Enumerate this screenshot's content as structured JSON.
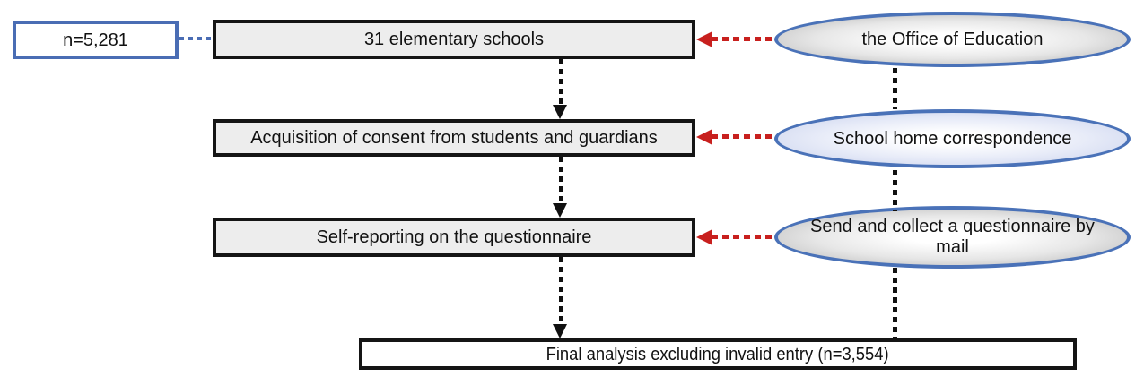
{
  "figure": {
    "type": "flowchart",
    "sample_note": "n=5,281",
    "steps": [
      "31 elementary schools",
      "Acquisition of consent from students and guardians",
      "Self-reporting on the questionnaire",
      "Final analysis excluding invalid entry (n=3,554)"
    ],
    "methods": [
      "the Office of Education",
      "School home correspondence",
      "Send and collect a questionnaire by mail"
    ],
    "colors": {
      "blue_border": "#4a6db4",
      "ellipse_border": "#4a72b8",
      "red_arrow": "#c8201e",
      "step_box_fill": "#ededed",
      "line_black": "#111111",
      "ellipse_blue_fill": "#c6cfec",
      "ellipse_gray_fill": "#b2b2b2"
    }
  }
}
